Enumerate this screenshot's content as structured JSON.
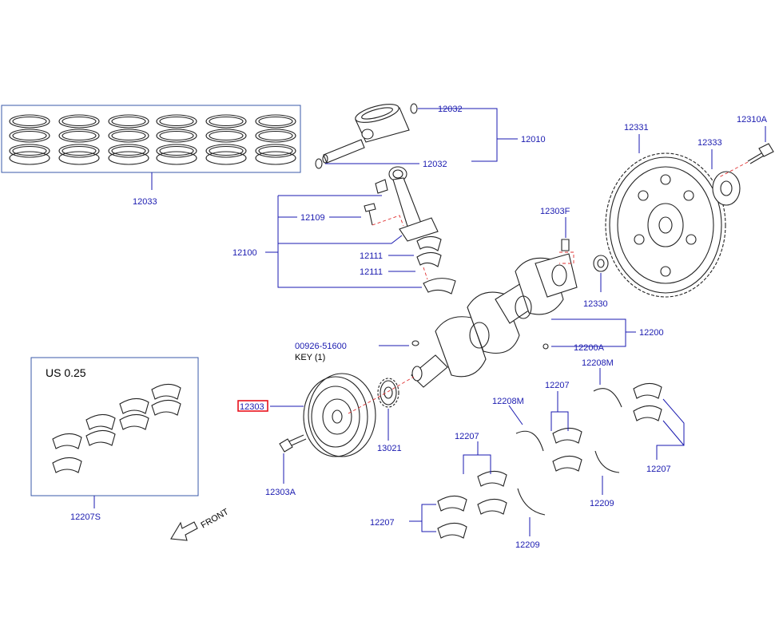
{
  "labels": {
    "l12033": "12033",
    "l12032a": "12032",
    "l12010": "12010",
    "l12032b": "12032",
    "l12109": "12109",
    "l12100": "12100",
    "l12111a": "12111",
    "l12111b": "12111",
    "l12303F": "12303F",
    "l12331": "12331",
    "l12333": "12333",
    "l12310A": "12310A",
    "l12330": "12330",
    "l12200": "12200",
    "l12200A": "12200A",
    "l00926": "00926-51600",
    "key": "KEY   (1)",
    "l12303": "12303",
    "l13021": "13021",
    "l12303A": "12303A",
    "l12208Ma": "12208M",
    "l12208Mb": "12208M",
    "l12207a": "12207",
    "l12207b": "12207",
    "l12207c": "12207",
    "l12207d": "12207",
    "l12209a": "12209",
    "l12209b": "12209",
    "l12207S": "12207S",
    "us": "US   0.25",
    "front": "FRONT"
  },
  "highlight_part": "12303",
  "colors": {
    "label": "#1a1ab0",
    "highlight": "#e8101c",
    "box": "#3a58a8",
    "dash": "#e03030"
  }
}
